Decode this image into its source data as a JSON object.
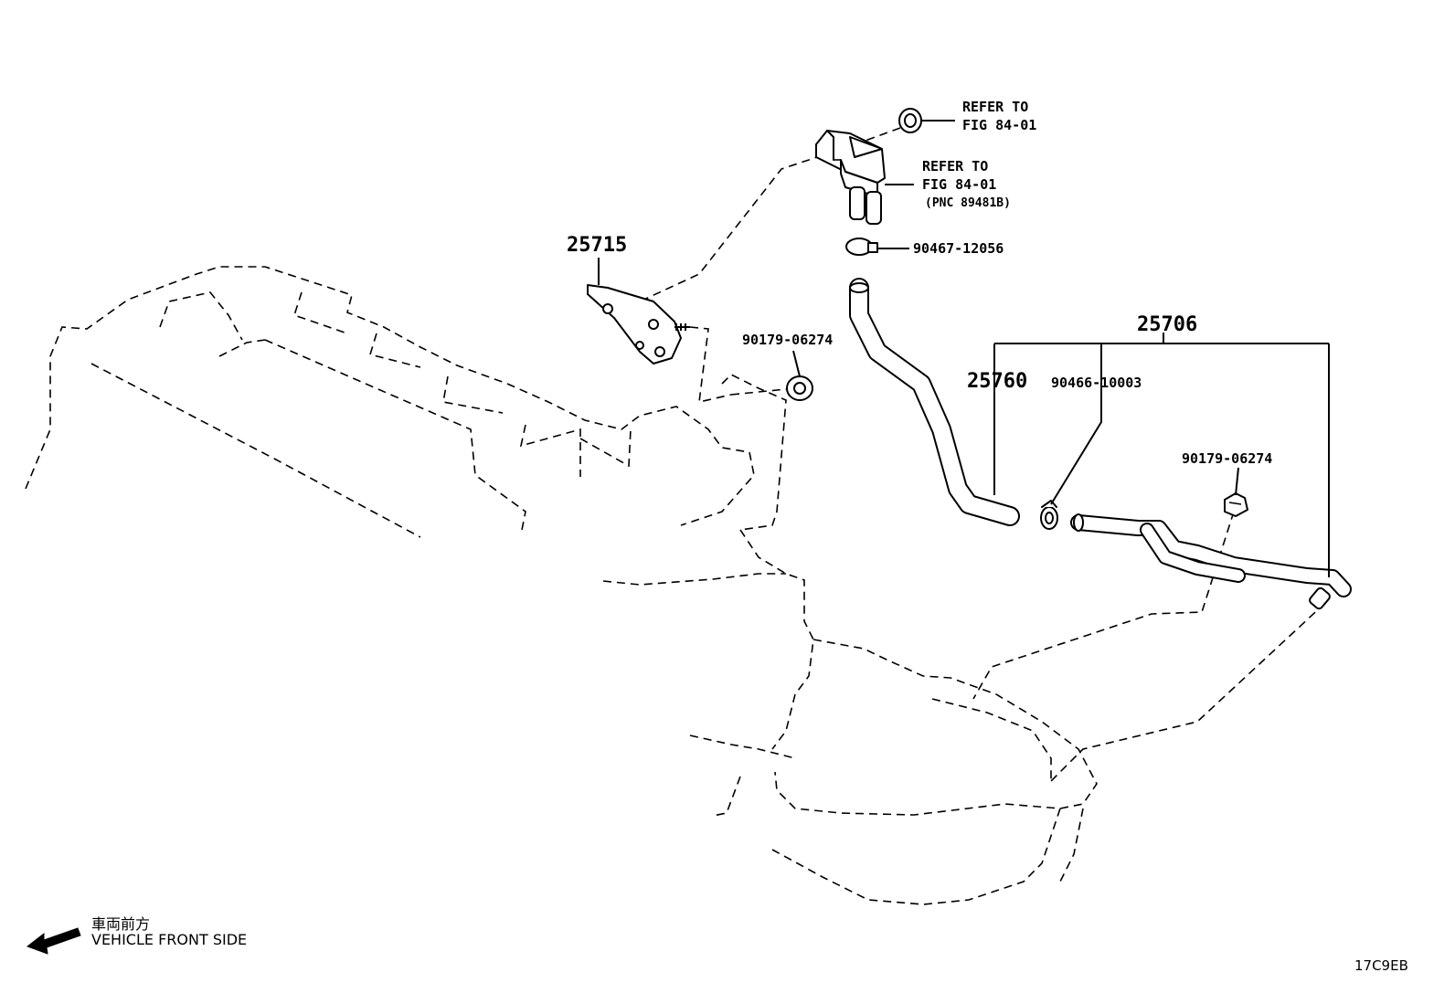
{
  "callouts": {
    "ref_top_line1": "REFER TO",
    "ref_top_line2": "FIG 84-01",
    "ref_mid_line1": "REFER TO",
    "ref_mid_line2": "FIG 84-01",
    "ref_mid_pnc": "(PNC 89481B)",
    "clamp_upper": "90467-12056",
    "bracket": "25715",
    "grommet_left": "90179-06274",
    "hose_assembly": "25706",
    "hose": "25760",
    "clip": "90466-10003",
    "grommet_right": "90179-06274"
  },
  "orientation": {
    "label_jp": "車両前方",
    "label_en": "VEHICLE FRONT SIDE"
  },
  "illustration_id": "17C9EB"
}
